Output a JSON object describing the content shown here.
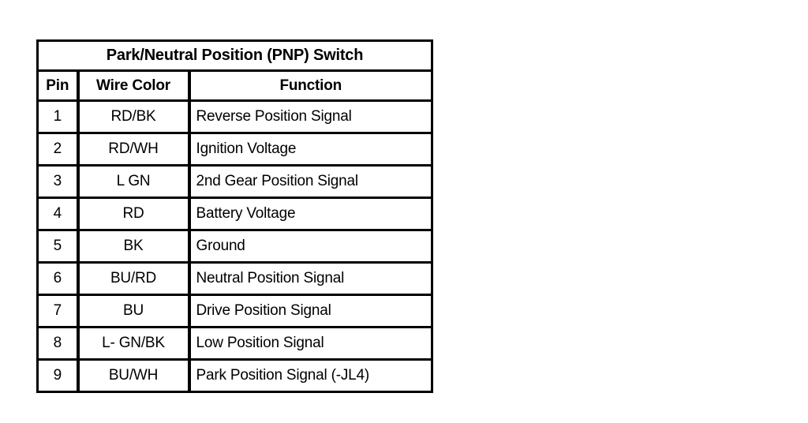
{
  "table": {
    "title": "Park/Neutral Position (PNP) Switch",
    "columns": {
      "pin": "Pin",
      "wire_color": "Wire Color",
      "function": "Function"
    },
    "rows": [
      {
        "pin": "1",
        "wire_color": "RD/BK",
        "function": "Reverse Position Signal"
      },
      {
        "pin": "2",
        "wire_color": "RD/WH",
        "function": "Ignition Voltage"
      },
      {
        "pin": "3",
        "wire_color": "L GN",
        "function": "2nd Gear Position Signal"
      },
      {
        "pin": "4",
        "wire_color": "RD",
        "function": "Battery Voltage"
      },
      {
        "pin": "5",
        "wire_color": "BK",
        "function": "Ground"
      },
      {
        "pin": "6",
        "wire_color": "BU/RD",
        "function": "Neutral Position Signal"
      },
      {
        "pin": "7",
        "wire_color": "BU",
        "function": "Drive Position Signal"
      },
      {
        "pin": "8",
        "wire_color": "L- GN/BK",
        "function": "Low Position Signal"
      },
      {
        "pin": "9",
        "wire_color": "BU/WH",
        "function": "Park Position Signal (-JL4)"
      }
    ]
  },
  "colors": {
    "page_background": "#ffffff",
    "table_background": "#ffffff",
    "border": "#000000",
    "text": "#000000"
  }
}
